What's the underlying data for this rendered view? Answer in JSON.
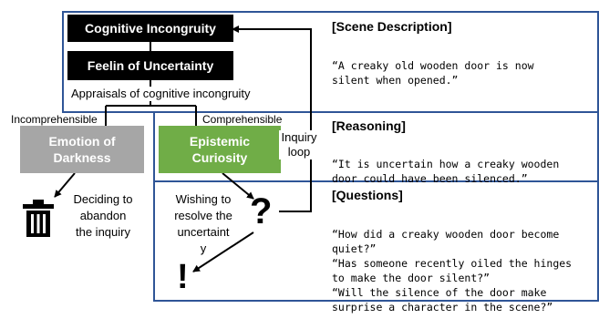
{
  "boxes": {
    "cognitive_incongruity": "Cognitive Incongruity",
    "feeling_of_uncertainty": "Feelin of Uncertainty"
  },
  "appraisals_label": "Appraisals of cognitive incongruity",
  "branches": {
    "incomprehensible": "Incomprehensible",
    "comprehensible": "Comprehensible"
  },
  "emotions": {
    "darkness": [
      "Emotion of",
      "Darkness"
    ],
    "curiosity": [
      "Epistemic",
      "Curiosity"
    ]
  },
  "outcomes": {
    "abandon": [
      "Deciding to",
      "abandon",
      "the inquiry"
    ],
    "resolve": [
      "Wishing to",
      "resolve the",
      "uncertaint",
      "y"
    ]
  },
  "inquiry_loop": [
    "Inquiry",
    "loop"
  ],
  "symbols": {
    "question": "?",
    "exclaim": "!",
    "trash_icon": "trash-can-icon"
  },
  "panels": {
    "scene": {
      "title": "[Scene Description]",
      "text": [
        "“A creaky old wooden door is now",
        "silent when opened.”"
      ]
    },
    "reasoning": {
      "title": "[Reasoning]",
      "text": [
        "“It is uncertain how a creaky wooden",
        "door could have been silenced.”"
      ]
    },
    "questions": {
      "title": "[Questions]",
      "text": [
        "“How did a creaky wooden door become",
        "quiet?”",
        "“Has someone recently oiled the hinges",
        "to make the door silent?”",
        "“Will the silence of the door make",
        "surprise a character in the scene?”"
      ]
    }
  },
  "colors": {
    "panel_border": "#2f5597",
    "darkness_fill": "#a6a6a6",
    "curiosity_fill": "#70ad47"
  }
}
